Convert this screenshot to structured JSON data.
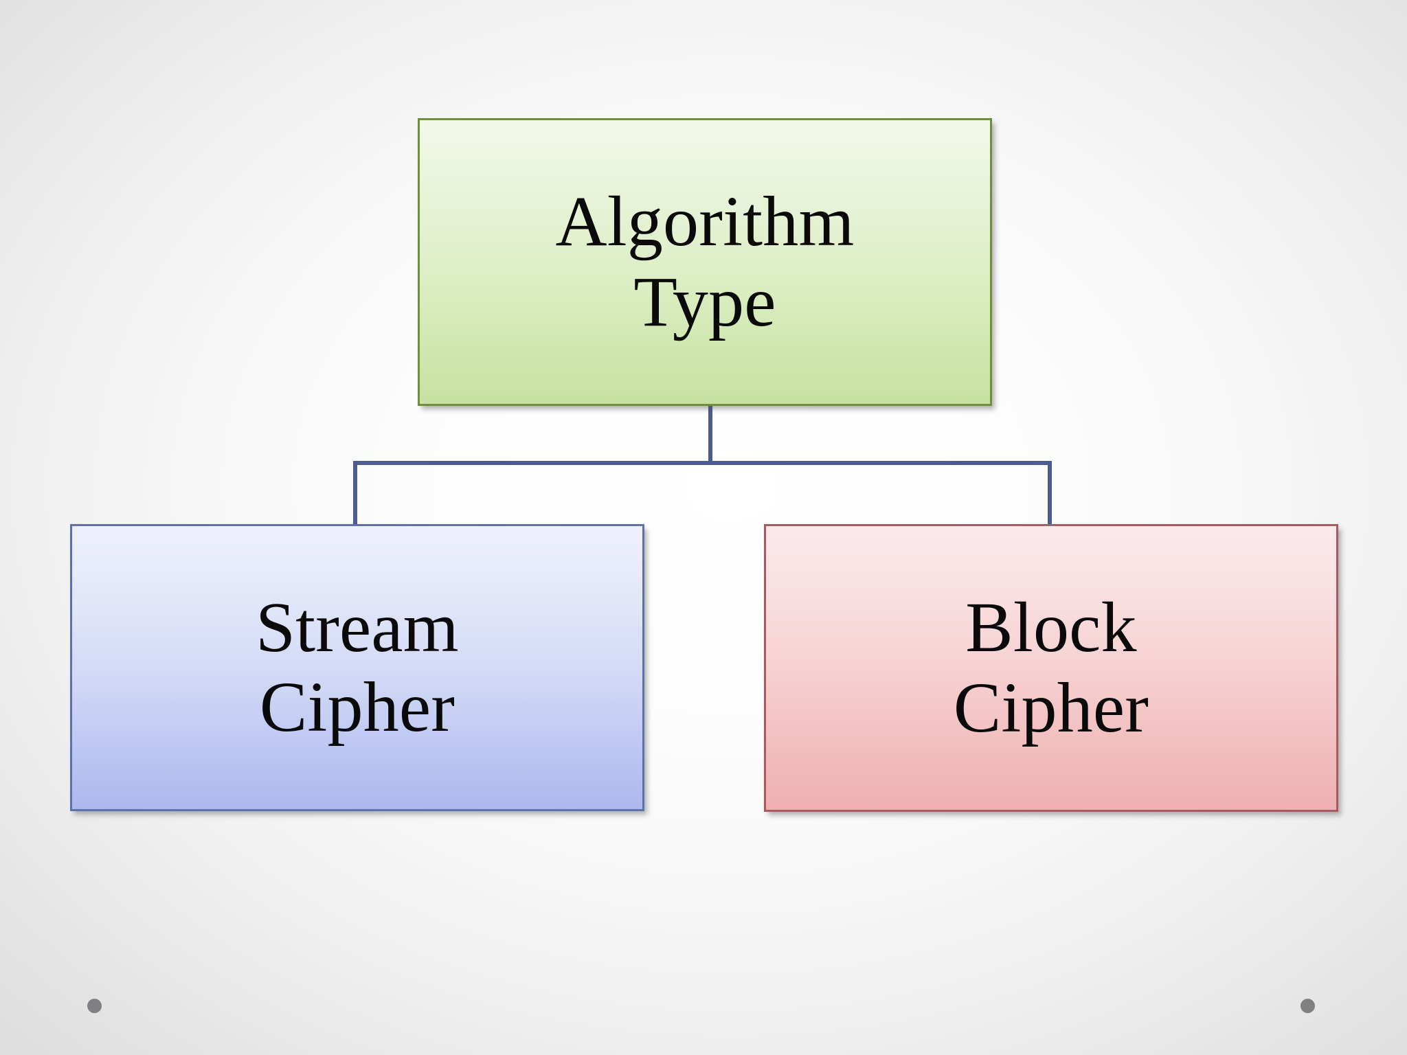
{
  "slide": {
    "background_color": "#fdfdfd",
    "background_edge_color": "#dedede"
  },
  "diagram": {
    "type": "hierarchy-tree",
    "orientation": "top-down",
    "connector_color": "#4c5c93",
    "root": {
      "id": "algorithm-type",
      "label": "Algorithm Type",
      "line1": "Algorithm",
      "line2": "Type",
      "fill_top": "#f2f8e8",
      "fill_bottom": "#c6e2a2",
      "border_color": "#6f8f3a",
      "text_color": "#0a0a0a"
    },
    "children": [
      {
        "id": "stream-cipher",
        "label": "Stream Cipher",
        "line1": "Stream",
        "line2": "Cipher",
        "fill_top": "#eef0fc",
        "fill_bottom": "#adb8ee",
        "border_color": "#5d72ab",
        "text_color": "#0a0a0a"
      },
      {
        "id": "block-cipher",
        "label": "Block Cipher",
        "line1": "Block",
        "line2": "Cipher",
        "fill_top": "#fbe9eb",
        "fill_bottom": "#efb0b0",
        "border_color": "#a85a60",
        "text_color": "#0a0a0a"
      }
    ]
  },
  "decorations": {
    "dot_color": "#808083",
    "dot_left_name": "slide-dot-left",
    "dot_right_name": "slide-dot-right"
  }
}
